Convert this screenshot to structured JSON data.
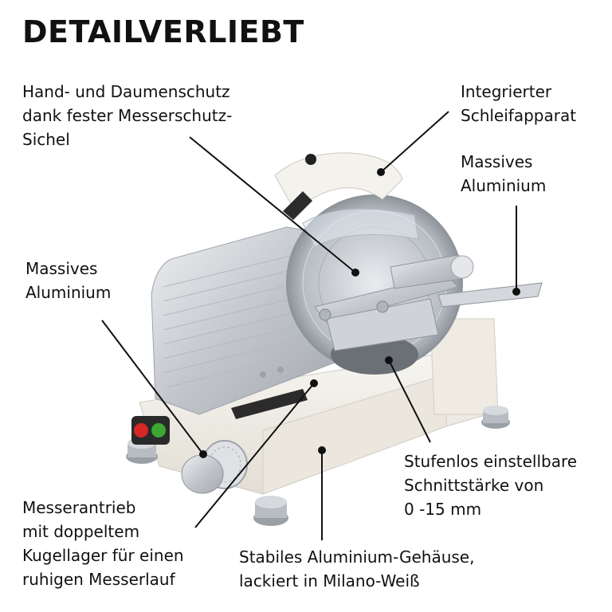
{
  "title": "DETAILVERLIEBT",
  "callouts": {
    "hand_guard": [
      "Hand- und Daumenschutz",
      "dank fester Messerschutz-",
      "Sichel"
    ],
    "sharpener": [
      "Integrierter",
      "Schleifapparat"
    ],
    "aluminium_right": [
      "Massives",
      "Aluminium"
    ],
    "aluminium_left": [
      "Massives",
      "Aluminium"
    ],
    "thickness": [
      "Stufenlos einstellbare",
      "Schnittstärke von",
      "0 -15 mm"
    ],
    "drive": [
      "Messerantrieb",
      "mit doppeltem",
      "Kugellager für einen",
      "ruhigen Messerlauf"
    ],
    "housing": [
      "Stabiles Aluminium-Gehäuse,",
      "lackiert in Milano-Weiß"
    ]
  },
  "colors": {
    "body": "#f1eee7",
    "metal": "#c9ccd0",
    "button_red": "#d62828",
    "button_green": "#3aa832",
    "text": "#111111"
  }
}
